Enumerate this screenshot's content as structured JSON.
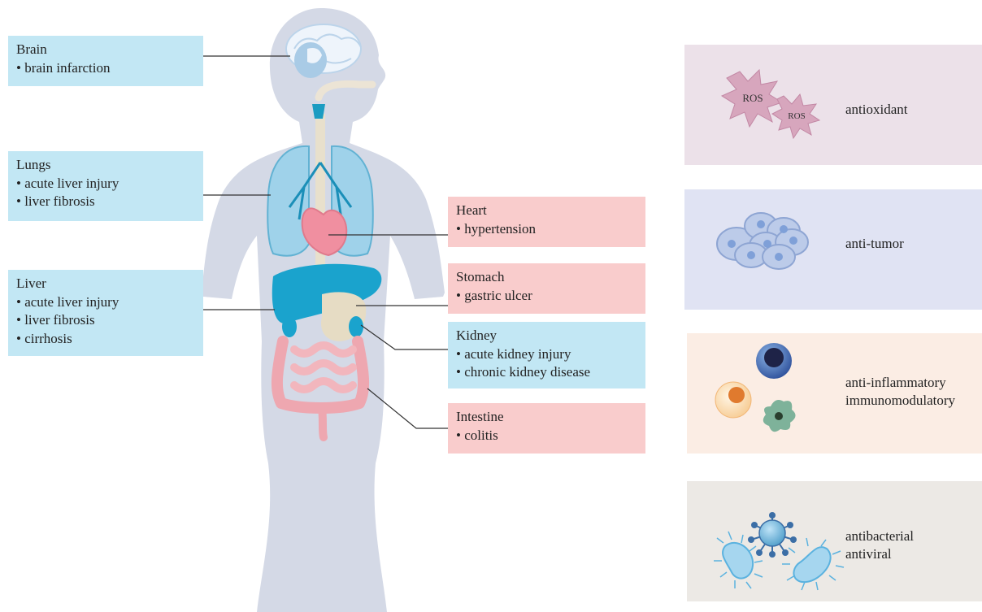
{
  "organs": {
    "brain": {
      "name": "Brain",
      "items": [
        "brain infarction"
      ]
    },
    "lungs": {
      "name": "Lungs",
      "items": [
        "acute liver injury",
        "liver fibrosis"
      ]
    },
    "liver": {
      "name": "Liver",
      "items": [
        "acute liver injury",
        "liver fibrosis",
        "cirrhosis"
      ]
    },
    "heart": {
      "name": "Heart",
      "items": [
        "hypertension"
      ]
    },
    "stomach": {
      "name": "Stomach",
      "items": [
        "gastric ulcer"
      ]
    },
    "kidney": {
      "name": "Kidney",
      "items": [
        "acute kidney injury",
        "chronic kidney disease"
      ]
    },
    "intestine": {
      "name": "Intestine",
      "items": [
        "colitis"
      ]
    }
  },
  "effects": {
    "antioxidant": {
      "lines": [
        "antioxidant"
      ],
      "ros_labels": [
        "ROS",
        "ROS"
      ]
    },
    "antitumor": {
      "lines": [
        "anti-tumor"
      ]
    },
    "antiinflammatory": {
      "lines": [
        "anti-inflammatory",
        "immunomodulatory"
      ]
    },
    "antibacterial": {
      "lines": [
        "antibacterial",
        "antiviral"
      ]
    }
  },
  "colors": {
    "organ_box_blue": "#c2e7f4",
    "organ_box_pink": "#f9cccc",
    "body_silhouette": "#d4d9e6",
    "panel_antioxidant": "#ece1e9",
    "panel_antitumor": "#e0e3f3",
    "panel_antiinflammatory": "#fbede4",
    "panel_antibacterial": "#ece9e5"
  }
}
